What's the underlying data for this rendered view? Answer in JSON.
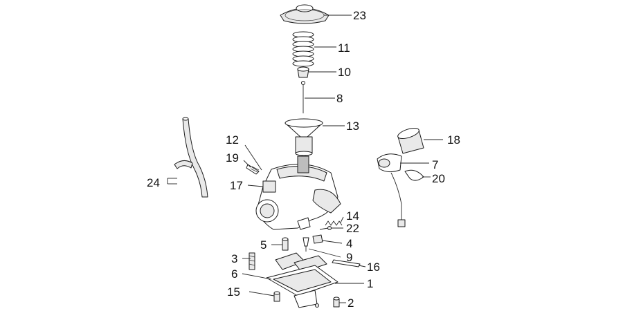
{
  "callouts": {
    "c23": "23",
    "c11": "11",
    "c10": "10",
    "c8": "8",
    "c13": "13",
    "c12": "12",
    "c19": "19",
    "c17": "17",
    "c24": "24",
    "c18": "18",
    "c7": "7",
    "c20": "20",
    "c14": "14",
    "c22": "22",
    "c4": "4",
    "c5": "5",
    "c9": "9",
    "c3": "3",
    "c16": "16",
    "c6": "6",
    "c1": "1",
    "c15": "15",
    "c2": "2"
  }
}
